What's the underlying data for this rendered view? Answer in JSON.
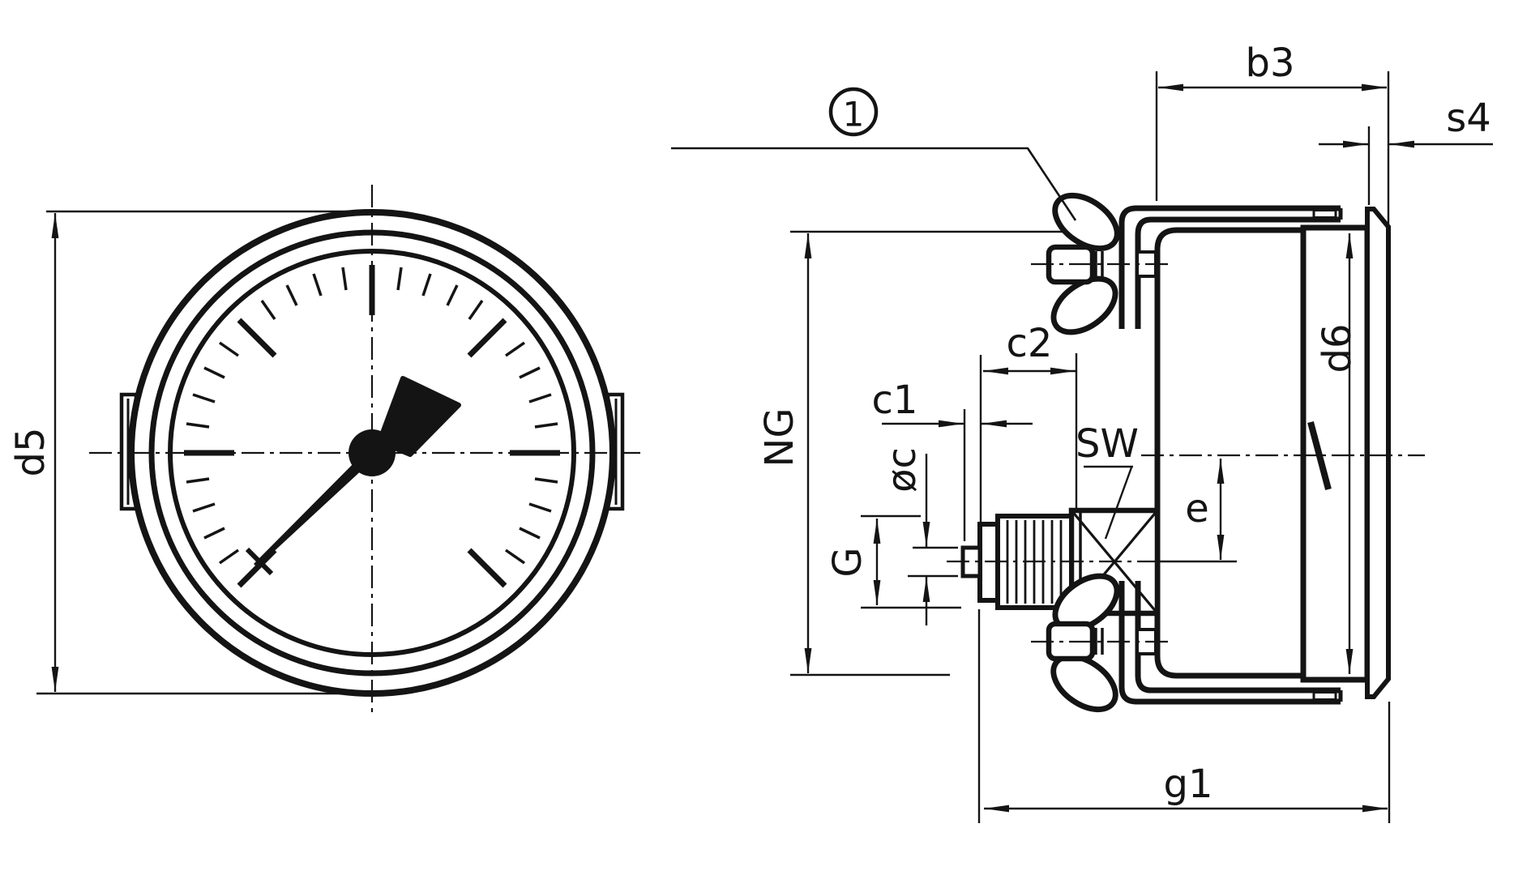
{
  "page": {
    "background": "#ffffff",
    "ink_color": "#141414",
    "description": "Technical line drawing of a pressure gauge: front dial view and side view with clamp mounting and threaded connection"
  },
  "front_view": {
    "dimension_d5": "d5"
  },
  "side_view": {
    "dimension_NG": "NG",
    "dimension_b3": "b3",
    "dimension_s4": "s4",
    "dimension_d6": "d6",
    "dimension_e": "e",
    "dimension_G": "G",
    "dimension_phi_c": "øc",
    "dimension_c1": "c1",
    "dimension_c2": "c2",
    "dimension_g1": "g1",
    "label_SW": "SW",
    "callout_number": "1"
  }
}
